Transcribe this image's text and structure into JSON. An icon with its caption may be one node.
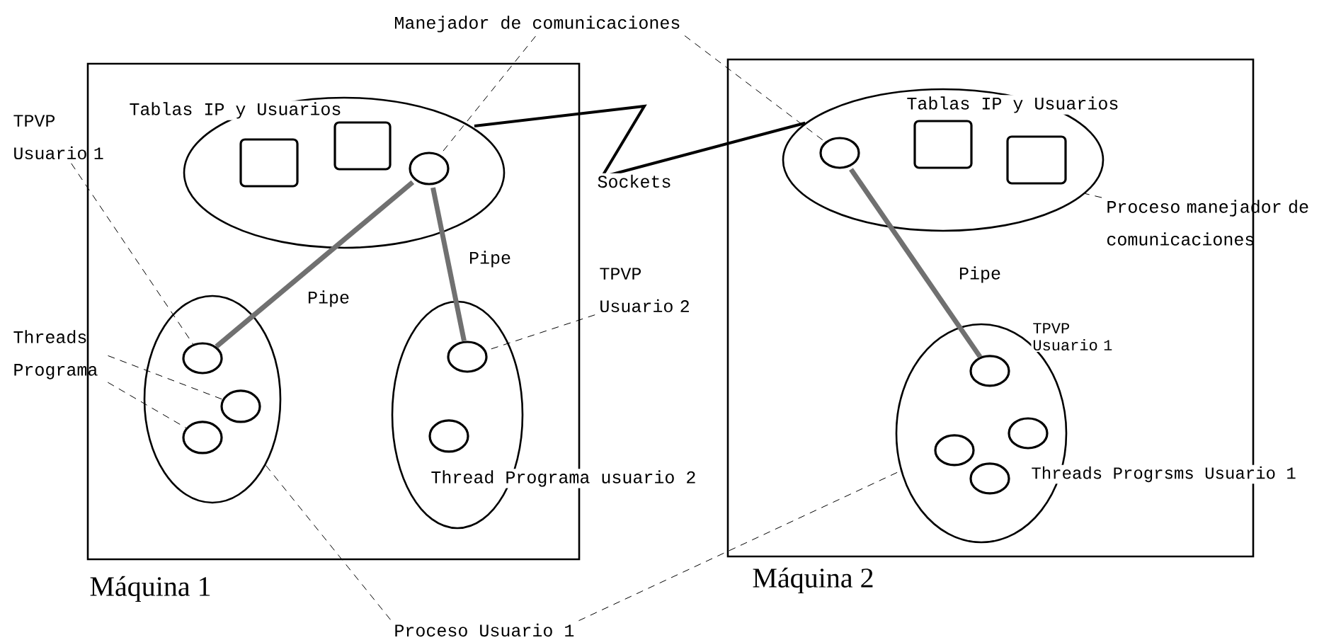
{
  "diagram": {
    "nodes": [
      {
        "text": [
          "Máquina 1"
        ]
      },
      {
        "text": [],
        "shape": "ellipse",
        "in": 0
      },
      {
        "text": [],
        "shape": "box",
        "in": 1
      },
      {
        "text": [],
        "shape": "box",
        "in": 1
      },
      {
        "text": [],
        "shape": "circle",
        "in": 1
      },
      {
        "text": [],
        "shape": "ellipse",
        "in": 0
      },
      {
        "text": [],
        "shape": "circle",
        "in": 5
      },
      {
        "text": [],
        "shape": "circle",
        "in": 5
      },
      {
        "text": [],
        "shape": "circle",
        "in": 5
      },
      {
        "text": [],
        "shape": "ellipse",
        "in": 0
      },
      {
        "text": [],
        "shape": "circle",
        "in": 9
      },
      {
        "text": [],
        "shape": "circle",
        "in": 9
      },
      {
        "text": [
          "Máquina 2"
        ]
      },
      {
        "text": [],
        "shape": "ellipse",
        "in": 12
      },
      {
        "text": [],
        "shape": "circle",
        "in": 13
      },
      {
        "text": [],
        "shape": "box",
        "in": 13
      },
      {
        "text": [],
        "shape": "box",
        "in": 13
      },
      {
        "text": [],
        "shape": "ellipse",
        "in": 12
      },
      {
        "text": [],
        "shape": "circle",
        "in": 17
      },
      {
        "text": [],
        "shape": "circle",
        "in": 17
      },
      {
        "text": [],
        "shape": "circle",
        "in": 17
      },
      {
        "text": [],
        "shape": "circle",
        "in": 17
      },
      {
        "text": [
          "Manejador de comunicaciones"
        ]
      },
      {
        "text": [
          "TPVP Usuario 1"
        ]
      },
      {
        "text": [
          "Threads Programa"
        ]
      },
      {
        "text": [
          "TPVP Usuario 2"
        ]
      },
      {
        "text": [
          "Proceso Usuario 1"
        ]
      },
      {
        "text": [
          "Proceso manejador de comunicaciones"
        ]
      }
    ],
    "edges": [
      {
        "from": 4,
        "to": 6,
        "arrow": "none",
        "label": "Pipe",
        "style": "thick",
        "color": "#707070"
      },
      {
        "from": 4,
        "to": 10,
        "arrow": "none",
        "label": "Pipe",
        "style": "thick",
        "color": "#707070"
      },
      {
        "from": 14,
        "to": 18,
        "arrow": "none",
        "label": "Pipe",
        "style": "thick",
        "color": "#707070"
      },
      {
        "from": 1,
        "to": 13,
        "arrow": "none",
        "label": "Sockets",
        "style": "thick"
      },
      {
        "from": 22,
        "to": 4,
        "arrow": "none",
        "style": "dashed"
      },
      {
        "from": 22,
        "to": 14,
        "arrow": "none",
        "style": "dashed"
      },
      {
        "from": 23,
        "to": 6,
        "arrow": "none",
        "style": "dashed"
      },
      {
        "from": 24,
        "to": 7,
        "arrow": "none",
        "style": "dashed"
      },
      {
        "from": 24,
        "to": 8,
        "arrow": "none",
        "style": "dashed"
      },
      {
        "from": 25,
        "to": 10,
        "arrow": "none",
        "style": "dashed"
      },
      {
        "from": 26,
        "to": 5,
        "arrow": "none",
        "style": "dashed"
      },
      {
        "from": 26,
        "to": 17,
        "arrow": "none",
        "style": "dashed"
      },
      {
        "from": 27,
        "to": 13,
        "arrow": "none",
        "style": "dashed"
      }
    ],
    "labels": [
      "Tablas IP y Usuarios",
      "Tablas IP y Usuarios",
      "Thread Programa usuario 2",
      "TPVP Usuario 1",
      "Threads Progrsms Usuario 1"
    ]
  }
}
